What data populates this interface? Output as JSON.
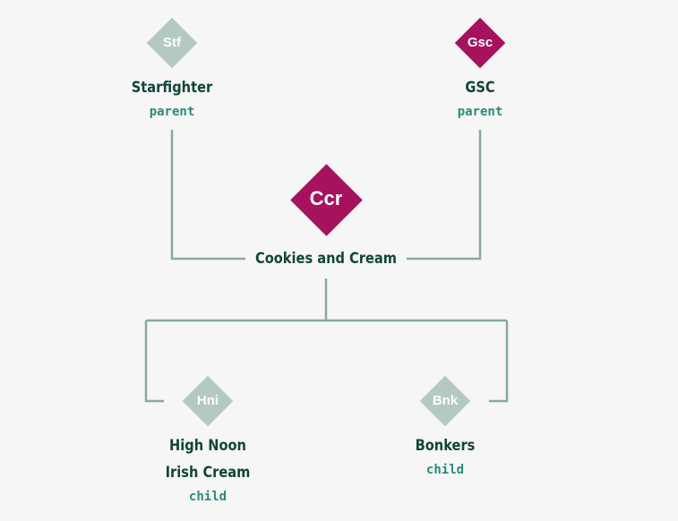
{
  "colors": {
    "background": "#f6f6f6",
    "line": "#86aa9f",
    "related_node": "#b3c9c2",
    "focus_node": "#a6125e",
    "name_text": "#12453a",
    "role_text": "#2c8a7a"
  },
  "focus": {
    "abbr": "Ccr",
    "name": "Cookies and Cream"
  },
  "parents": [
    {
      "abbr": "Stf",
      "name": "Starfighter",
      "role": "parent",
      "highlight": false
    },
    {
      "abbr": "Gsc",
      "name": "GSC",
      "role": "parent",
      "highlight": true
    }
  ],
  "children": [
    {
      "abbr": "Hni",
      "name_line1": "High Noon",
      "name_line2": "Irish Cream",
      "role": "child"
    },
    {
      "abbr": "Bnk",
      "name": "Bonkers",
      "role": "child"
    }
  ]
}
